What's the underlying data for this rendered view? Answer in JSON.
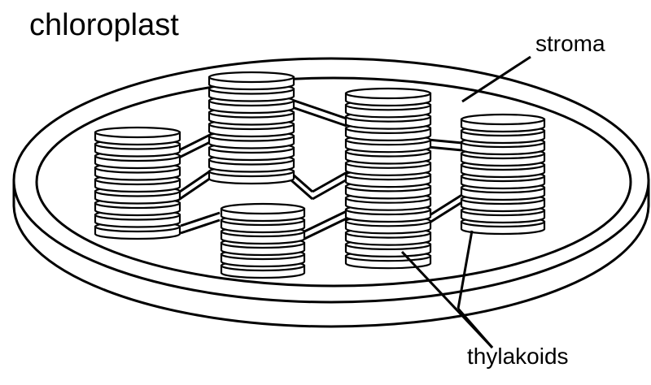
{
  "title": "chloroplast",
  "labels": {
    "stroma": "stroma",
    "thylakoids": "thylakoids"
  },
  "colors": {
    "stroke": "#000000",
    "fill": "#ffffff"
  },
  "structure": {
    "membrane_layers": 2,
    "granum_stacks": [
      {
        "name": "granum-left",
        "discs": 9
      },
      {
        "name": "granum-upper-middle",
        "discs": 9
      },
      {
        "name": "granum-lower-middle",
        "discs": 6
      },
      {
        "name": "granum-center-right",
        "discs": 15
      },
      {
        "name": "granum-far-right",
        "discs": 10
      }
    ]
  }
}
